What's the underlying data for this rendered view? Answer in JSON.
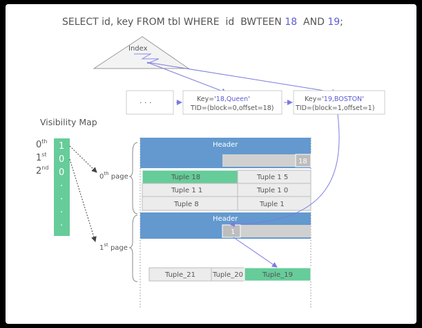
{
  "query": {
    "prefix": "SELECT id, key FROM tbl WHERE  id  BWTEEN ",
    "low": "18",
    "mid": "  AND ",
    "high": "19",
    "suffix": ";"
  },
  "index_label": "Index",
  "index_entries": {
    "dots": "·  ·  ·",
    "entry1": {
      "key_prefix": "Key='",
      "key_value": "18,Queen",
      "key_suffix": "'",
      "tid": "TID=(block=0,offset=18)"
    },
    "entry2": {
      "key_prefix": "Key='",
      "key_value": "19,BOSTON",
      "key_suffix": "'",
      "tid": "TID=(block=1,offset=1)"
    }
  },
  "visibility_map": {
    "title": "Visibility Map",
    "rows": [
      {
        "label": "0",
        "sup": "th",
        "bit": "1"
      },
      {
        "label": "1",
        "sup": "st",
        "bit": "0"
      },
      {
        "label": "2",
        "sup": "nd",
        "bit": "0"
      }
    ],
    "more": "."
  },
  "pages": {
    "page0": {
      "label": "0",
      "sup": "th",
      "suffix": " page",
      "header": "Header",
      "pointer": "18",
      "tuples": [
        [
          "Tuple 18",
          "Tuple 1 5"
        ],
        [
          "Tuple 1 1",
          "Tuple 1 0"
        ],
        [
          "Tuple 8",
          "Tuple 1"
        ]
      ]
    },
    "page1": {
      "label": "1",
      "sup": "st",
      "suffix": " page",
      "header": "Header",
      "pointer": "1",
      "tuples": [
        "Tuple_21",
        "Tuple_20",
        "Tuple_19"
      ]
    }
  },
  "colors": {
    "header_blue": "#6399cf",
    "tuple_green": "#66cc99",
    "highlight_text": "#5b5bd6",
    "cell_gray": "#e8e8e8",
    "pointer_gray": "#c8c8c8"
  }
}
